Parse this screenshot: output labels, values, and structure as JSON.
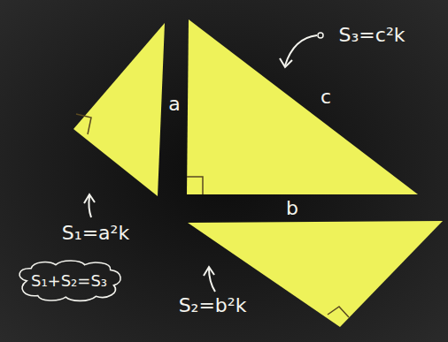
{
  "diagram": {
    "nodes": [
      {
        "text": [
          "S₁+S₂=S₃"
        ]
      }
    ],
    "labels": [
      "S₃=c²k",
      "c",
      "a",
      "b",
      "S₁=a²k",
      "S₂=b²k"
    ]
  }
}
